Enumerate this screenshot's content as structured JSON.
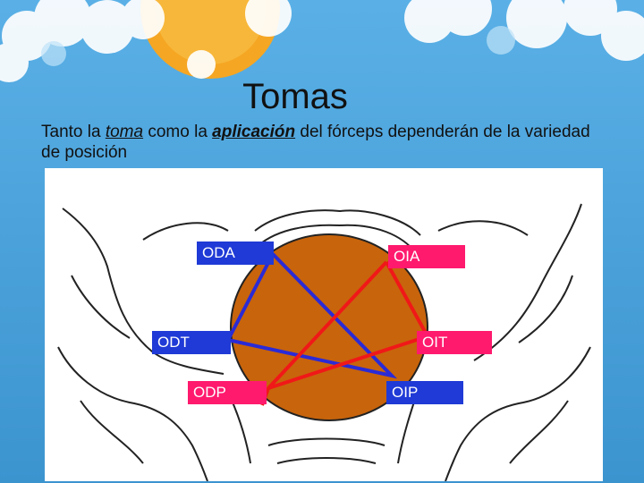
{
  "slide": {
    "title": "Tomas",
    "text_parts": [
      {
        "text": "Tanto la "
      },
      {
        "text": "toma",
        "style": "italic-underline"
      },
      {
        "text": " como la "
      },
      {
        "text": "aplicación",
        "style": "bold-italic-underline"
      },
      {
        "text": " del fórceps dependerán de la variedad de posición"
      }
    ]
  },
  "labels": {
    "oda": "ODA",
    "oia": "OIA",
    "odt": "ODT",
    "oit": "OIT",
    "odp": "ODP",
    "oip": "OIP"
  },
  "colors": {
    "background": "#4aa3dc",
    "sun": "#f5a623",
    "head": "#c8640c",
    "blue_line": "#2a2ad6",
    "red_line": "#f01818",
    "label_blue": "#1f3ad6",
    "label_pink": "#ff1a6e"
  }
}
